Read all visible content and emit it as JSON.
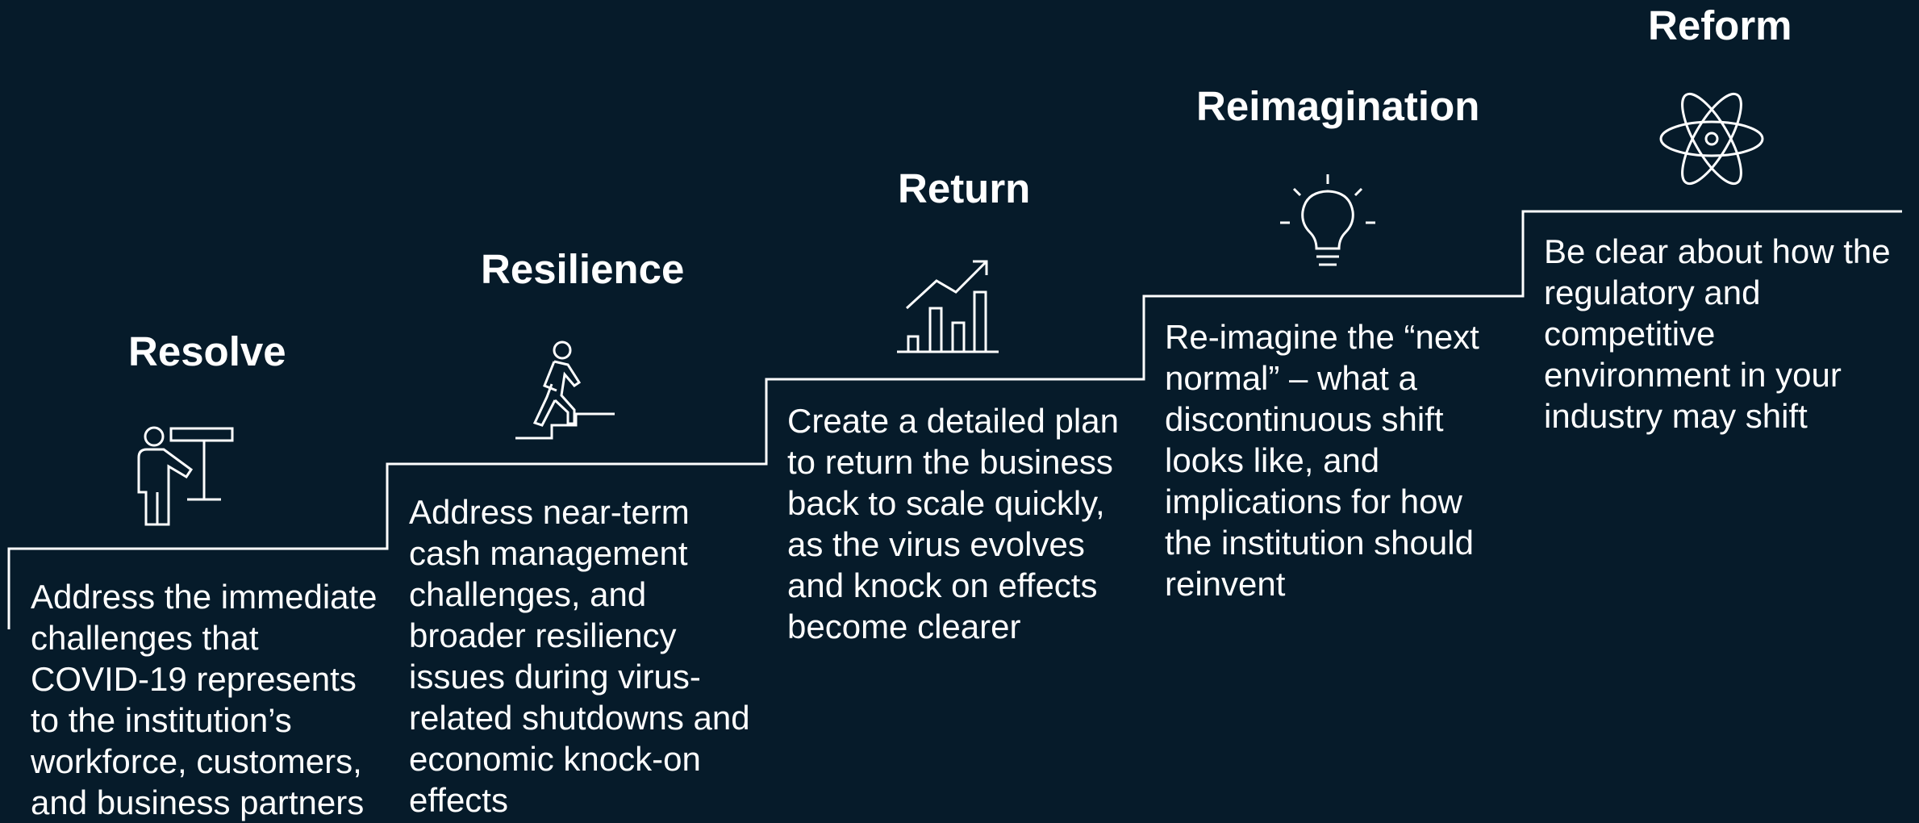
{
  "steps": [
    {
      "title": "Resolve",
      "icon": "presenter-easel-icon",
      "lines": [
        "Address the immediate",
        "challenges that",
        "COVID-19 represents",
        "to the institution’s",
        "workforce, customers,",
        "and business partners"
      ]
    },
    {
      "title": "Resilience",
      "icon": "person-climbing-stairs-icon",
      "lines": [
        "Address near-term",
        "cash management",
        "challenges, and",
        "broader resiliency",
        "issues during virus-",
        "related shutdowns and",
        "economic knock-on",
        "effects"
      ]
    },
    {
      "title": "Return",
      "icon": "growth-bar-chart-icon",
      "lines": [
        "Create a detailed plan",
        "to return the business",
        "back to scale quickly,",
        "as the virus evolves",
        "and knock on effects",
        "become clearer"
      ]
    },
    {
      "title": "Reimagination",
      "icon": "lightbulb-icon",
      "lines": [
        "Re-imagine the “next",
        "normal” – what a",
        "discontinuous shift",
        "looks like, and",
        "implications for how",
        "the institution should",
        "reinvent"
      ]
    },
    {
      "title": "Reform",
      "icon": "atom-icon",
      "lines": [
        "Be clear about how the",
        "regulatory and",
        "competitive",
        "environment in your",
        "industry may shift"
      ]
    }
  ],
  "colors": {
    "background": "#061b2a",
    "foreground": "#ffffff"
  }
}
